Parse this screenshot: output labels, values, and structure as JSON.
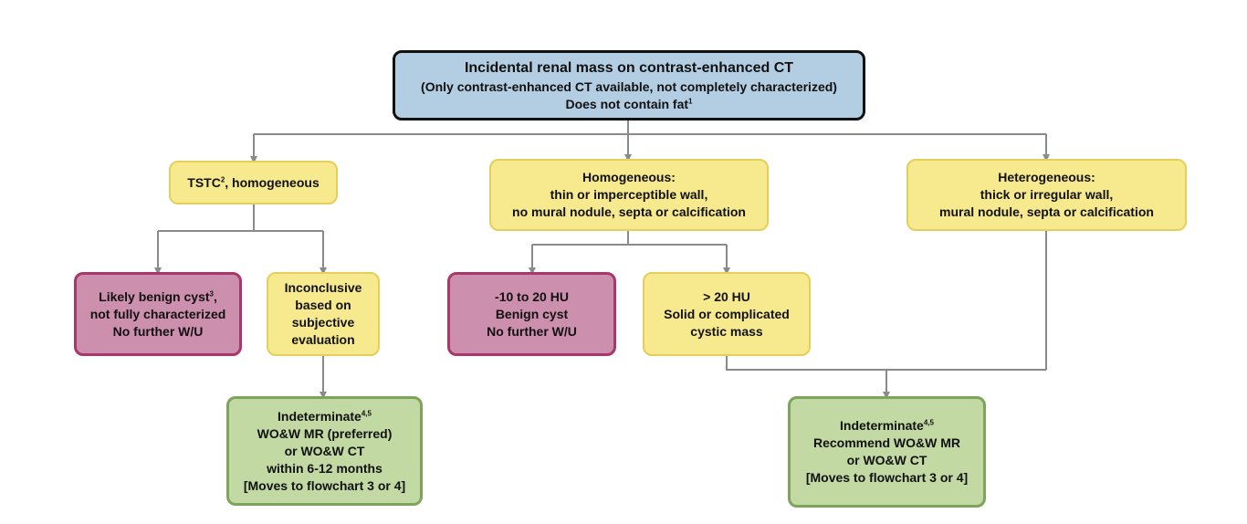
{
  "colors": {
    "root_fill": "#b3cde3",
    "outcome_fill": "#f7e98d",
    "benign_fill": "#cd8fae",
    "benign_border": "#a8386b",
    "indeterminate_fill": "#c3d9a3",
    "indeterminate_border": "#7ea35b",
    "connector": "#8a8a8a"
  },
  "root": {
    "title": "Incidental renal mass on contrast-enhanced CT",
    "line2": "(Only contrast-enhanced CT available, not completely characterized)",
    "line3": "Does not contain fat",
    "line3_sup": "1"
  },
  "tstc": {
    "text": "TSTC",
    "sup": "2",
    "text_after": ", homogeneous"
  },
  "homogeneous": {
    "line1": "Homogeneous:",
    "line2": "thin or imperceptible wall,",
    "line3": "no mural nodule, septa or calcification"
  },
  "heterogeneous": {
    "line1": "Heterogeneous:",
    "line2": "thick or irregular wall,",
    "line3": "mural nodule, septa or calcification"
  },
  "likely_benign": {
    "line1": "Likely benign cyst",
    "line1_sup": "3",
    "line1_after": ",",
    "line2": "not fully characterized",
    "line3": "No further W/U"
  },
  "inconclusive": {
    "line1": "Inconclusive",
    "line2": "based on",
    "line3": "subjective",
    "line4": "evaluation"
  },
  "benign_hu": {
    "line1": "-10 to 20 HU",
    "line2": "Benign cyst",
    "line3": "No further W/U"
  },
  "solid": {
    "line1": "> 20 HU",
    "line2": "Solid or complicated",
    "line3": "cystic mass"
  },
  "indeterminate_left": {
    "line1": "Indeterminate",
    "line1_sup": "4,5",
    "line2": "WO&W MR (preferred)",
    "line3": "or WO&W CT",
    "line4": "within 6-12 months",
    "line5": "[Moves to flowchart 3 or 4]"
  },
  "indeterminate_right": {
    "line1": "Indeterminate",
    "line1_sup": "4,5",
    "line2": "Recommend WO&W MR",
    "line3": "or WO&W CT",
    "line4": "[Moves to flowchart 3 or 4]"
  }
}
